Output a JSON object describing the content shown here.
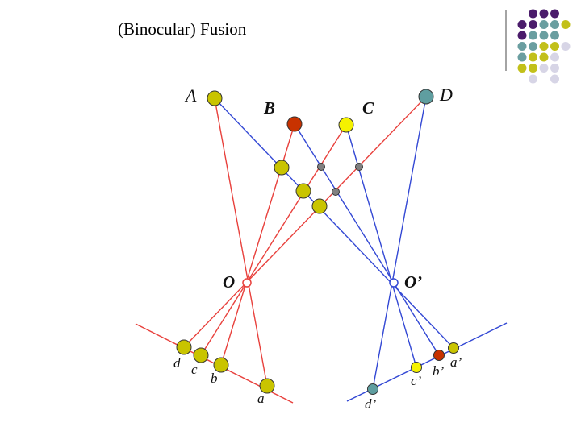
{
  "title": "(Binocular) Fusion",
  "labels": {
    "A": "A",
    "B": "B",
    "C": "C",
    "D": "D",
    "O": "O",
    "O_prime": "O’",
    "a": "a",
    "b": "b",
    "c": "c",
    "d": "d",
    "a_prime": "a’",
    "b_prime": "b’",
    "c_prime": "c’",
    "d_prime": "d’"
  },
  "colors": {
    "left_rays": "#e8403c",
    "right_rays": "#3348d4",
    "olive": "#c9c400",
    "red_point": "#c83200",
    "yellow_point": "#f5f200",
    "teal_point": "#5f9ea0",
    "grey_point": "#808080",
    "deco_purple": "#4b1c6b",
    "deco_teal": "#6a9ea0",
    "deco_olive": "#c2c01a",
    "deco_lavender": "#d7d5e6"
  }
}
